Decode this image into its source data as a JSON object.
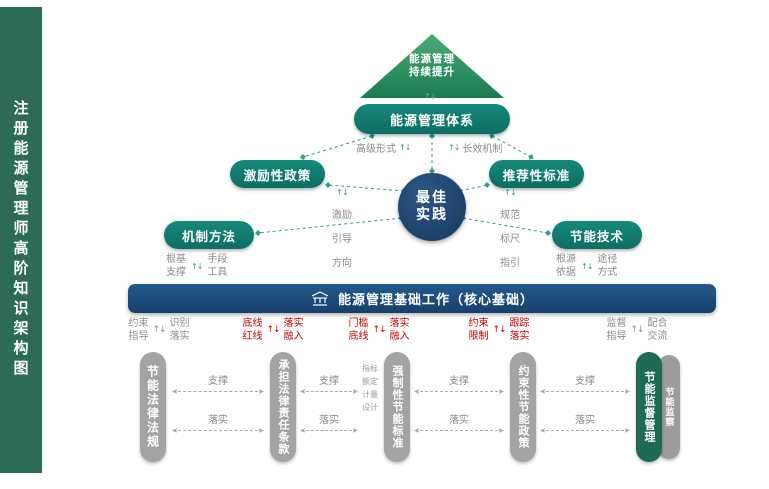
{
  "colors": {
    "teal_box": "#0f7f72",
    "navy_bar": "#1b4570",
    "pyramid_green": "#2f9e63",
    "dark_green_pillar": "#1e6a55",
    "sidebar_green": "#2d6a57",
    "gray_pillar": "#a3a3a3",
    "red_label": "#c00000",
    "gray_label": "#8c8c8c",
    "connector_teal": "#2a9d8f"
  },
  "sidebar": {
    "title": "注册能源管理师高阶知识架构图"
  },
  "pyramid": {
    "line1": "能源管理",
    "line2": "持续提升"
  },
  "system_box": {
    "label": "能源管理体系",
    "left_sub": "高级形式",
    "right_sub": "长效机制"
  },
  "center_circle": {
    "line1": "最佳",
    "line2": "实践"
  },
  "quadrants": {
    "top_left": "激励性政策",
    "top_right": "推荐性标准",
    "mid_left": "机制方法",
    "mid_right": "节能技术"
  },
  "circle_side_words": {
    "left": [
      "激励",
      "引导",
      "方向"
    ],
    "right": [
      "规范",
      "标尺",
      "指引"
    ]
  },
  "box_footnotes": {
    "left": {
      "c1a": "根基",
      "c1b": "支撑",
      "c2a": "手段",
      "c2b": "工具"
    },
    "right": {
      "c1a": "根源",
      "c1b": "依据",
      "c2a": "途径",
      "c2b": "方式"
    }
  },
  "foundation": {
    "label": "能源管理基础工作（核心基础）"
  },
  "bridge_labels": [
    {
      "c1a": "约束",
      "c1b": "指导",
      "c2a": "识别",
      "c2b": "落实",
      "tone": "gray"
    },
    {
      "c1a": "底线",
      "c1b": "红线",
      "c2a": "落实",
      "c2b": "融入",
      "tone": "red"
    },
    {
      "c1a": "门槛",
      "c1b": "底线",
      "c2a": "落实",
      "c2b": "融入",
      "tone": "red"
    },
    {
      "c1a": "约束",
      "c1b": "限制",
      "c2a": "跟踪",
      "c2b": "落实",
      "tone": "red"
    },
    {
      "c1a": "监督",
      "c1b": "指导",
      "c2a": "配合",
      "c2b": "交流",
      "tone": "gray"
    }
  ],
  "pillars": [
    {
      "label": "节能法律法规"
    },
    {
      "label": "承担法律责任条款"
    },
    {
      "label": "强制性节能标准"
    },
    {
      "label": "约束性节能政策"
    },
    {
      "label": "节能监督管理"
    }
  ],
  "pillar3_notes": [
    "指标",
    "额定",
    "计量",
    "设计"
  ],
  "back_pillar": {
    "label": "节能监察"
  },
  "connector_labels": {
    "support": "支撑",
    "implement": "落实"
  },
  "glyphs": {
    "up": "↑",
    "down": "↓",
    "tri_left": "◀",
    "tri_right": "▶"
  }
}
